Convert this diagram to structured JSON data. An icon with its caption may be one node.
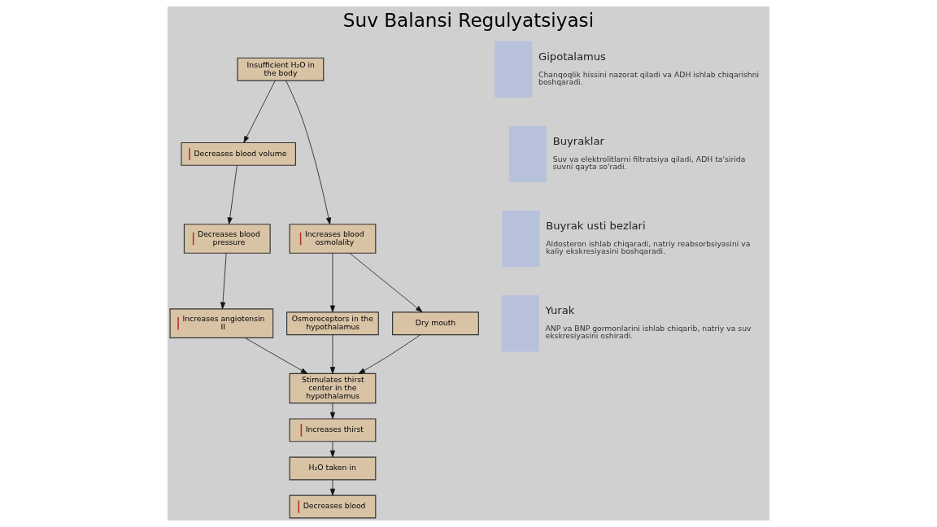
{
  "diagram": {
    "title": "Suv Balansi Regulyatsiyasi",
    "nodes": [
      {
        "text": [
          "Insufficient H₂O in the body"
        ]
      },
      {
        "text": [
          "Decreases blood volume"
        ]
      },
      {
        "text": [
          "Increases blood osmolality"
        ]
      },
      {
        "text": [
          "Decreases blood pressure"
        ]
      },
      {
        "text": [
          "Osmoreceptors in the hypothalamus"
        ]
      },
      {
        "text": [
          "Dry mouth"
        ]
      },
      {
        "text": [
          "Increases angiotensin II"
        ]
      },
      {
        "text": [
          "Stimulates thirst center in the hypothalamus"
        ]
      },
      {
        "text": [
          "Increases thirst"
        ]
      },
      {
        "text": [
          "H₂O taken in"
        ]
      },
      {
        "text": [
          "Decreases blood"
        ]
      },
      {
        "text": [
          "Gipotalamus",
          "Chanqoqlik hissini nazorat qiladi va ADH ishlab chiqarishni boshqaradi."
        ]
      },
      {
        "text": [
          "Buyraklar",
          "Suv va elektrolitlarni filtratsiya qiladi, ADH ta'sirida suvni qayta so'radi."
        ]
      },
      {
        "text": [
          "Buyrak usti bezlari",
          "Aldosteron ishlab chiqaradi, natriy reabsorbsiyasini va kaliy ekskresiyasini boshqaradi."
        ]
      },
      {
        "text": [
          "Yurak",
          "ANP va BNP gormonlarini ishlab chiqarib, natriy va suv ekskresiyasini oshiradi."
        ]
      }
    ],
    "edges": [
      {
        "from": 0,
        "to": 1,
        "arrow": "to"
      },
      {
        "from": 0,
        "to": 2,
        "arrow": "to"
      },
      {
        "from": 1,
        "to": 3,
        "arrow": "to"
      },
      {
        "from": 2,
        "to": 4,
        "arrow": "to"
      },
      {
        "from": 2,
        "to": 5,
        "arrow": "to"
      },
      {
        "from": 3,
        "to": 6,
        "arrow": "to"
      },
      {
        "from": 6,
        "to": 7,
        "arrow": "to"
      },
      {
        "from": 4,
        "to": 7,
        "arrow": "to"
      },
      {
        "from": 5,
        "to": 7,
        "arrow": "to"
      },
      {
        "from": 7,
        "to": 8,
        "arrow": "to"
      },
      {
        "from": 8,
        "to": 9,
        "arrow": "to"
      },
      {
        "from": 9,
        "to": 10,
        "arrow": "to"
      }
    ]
  }
}
